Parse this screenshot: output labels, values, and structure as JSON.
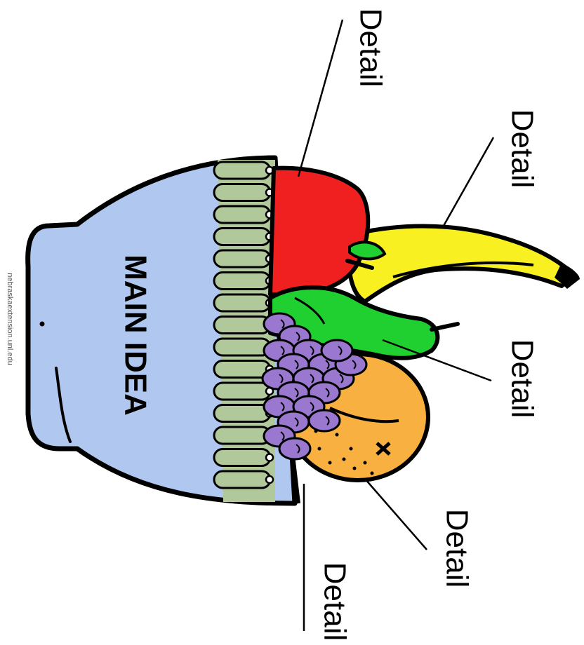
{
  "bowl": {
    "label": "MAIN IDEA"
  },
  "details": [
    "Detail",
    "Detail",
    "Detail",
    "Detail",
    "Detail"
  ],
  "credit": "nebraskaextension.unl.edu",
  "colors": {
    "bowl": "#b0c8f0",
    "scallops": "#b0c89a",
    "apple": "#f02020",
    "banana": "#f8f020",
    "pear": "#20d030",
    "grapes": "#9a78d0",
    "orange": "#f8b040",
    "outline": "#000000"
  }
}
